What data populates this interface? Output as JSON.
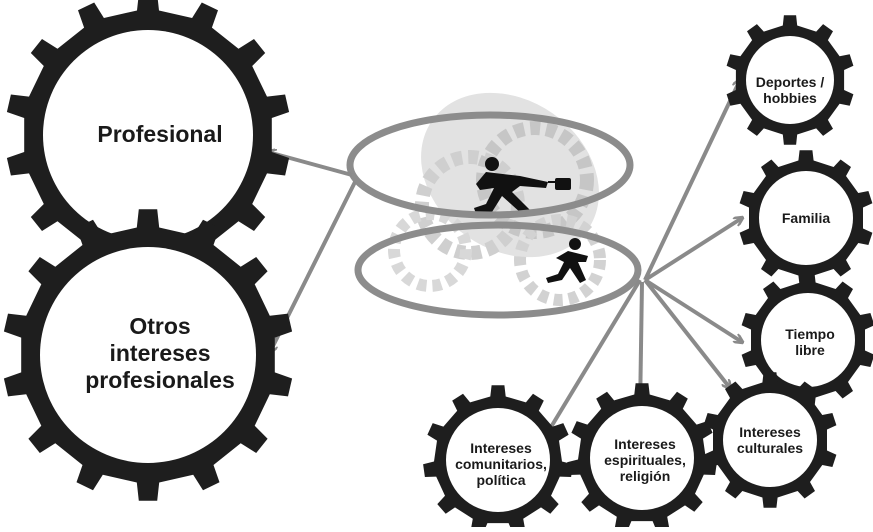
{
  "gears": {
    "profesional": "Profesional",
    "otros": "Otros\nintereses\nprofesionales",
    "deportes": "Deportes /\nhobbies",
    "familia": "Familia",
    "tiempo": "Tiempo\nlibre",
    "culturales": "Intereses\nculturales",
    "espirituales": "Intereses\nespirituales,\nreligión",
    "comunitarios": "Intereses\ncomunitarios,\npolítica"
  },
  "colors": {
    "gear": "#1e1e1e",
    "arrow": "#8a8a8a",
    "ring": "#8c8c8c",
    "shadow": "#d0d0d0"
  }
}
